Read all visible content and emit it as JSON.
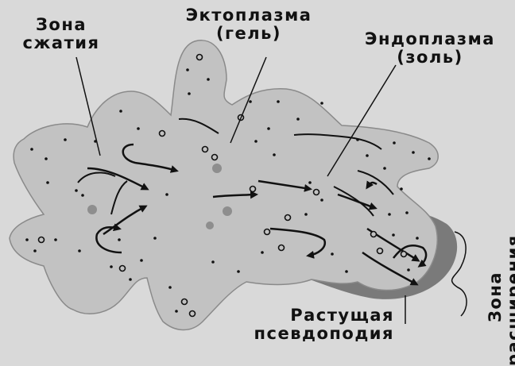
{
  "labels": {
    "contraction_zone_line1": "Зона",
    "contraction_zone_line2": "сжатия",
    "ectoplasm_line1": "Эктоплазма",
    "ectoplasm_line2": "(гель)",
    "endoplasm_line1": "Эндоплазма",
    "endoplasm_line2": "(золь)",
    "pseudopod_line1": "Растущая",
    "pseudopod_line2": "псевдоподия",
    "expansion_zone_line1": "Зона",
    "expansion_zone_line2": "расширения"
  },
  "colors": {
    "background": "#d9d9d9",
    "cell_fill": "#c2c2c2",
    "ectoplasm_fill": "#b4b4b4",
    "shadow": "#7a7a7a",
    "ink": "#111111",
    "vacuole": "#8e8e8e"
  }
}
